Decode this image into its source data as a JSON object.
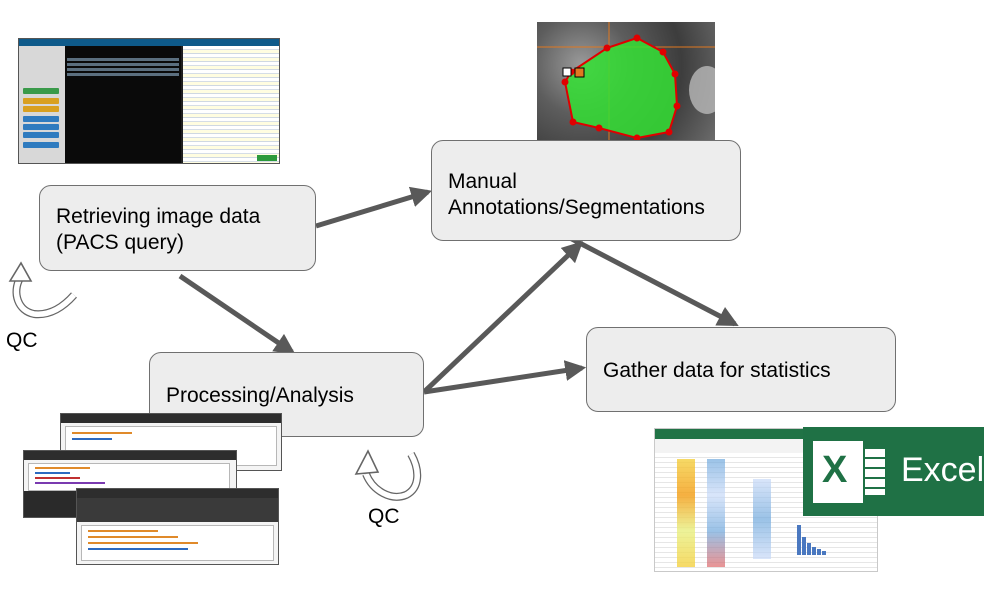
{
  "boxes": {
    "retrieve": {
      "line1": "Retrieving image data",
      "line2": "(PACS query)"
    },
    "manual": {
      "line1": "Manual",
      "line2": "Annotations/Segmentations"
    },
    "processing": {
      "line1": "Processing/Analysis"
    },
    "gather": {
      "line1": "Gather data for statistics"
    }
  },
  "qc": {
    "label_left": "QC",
    "label_right": "QC"
  },
  "excel": {
    "logo_letter": "X",
    "logo_text": "Excel"
  },
  "colors": {
    "box_fill": "#ededed",
    "box_border": "#707070",
    "arrow": "#595959",
    "segmentation_fill": "#34e034",
    "segmentation_outline": "#e00000",
    "excel_green": "#1f7145"
  }
}
